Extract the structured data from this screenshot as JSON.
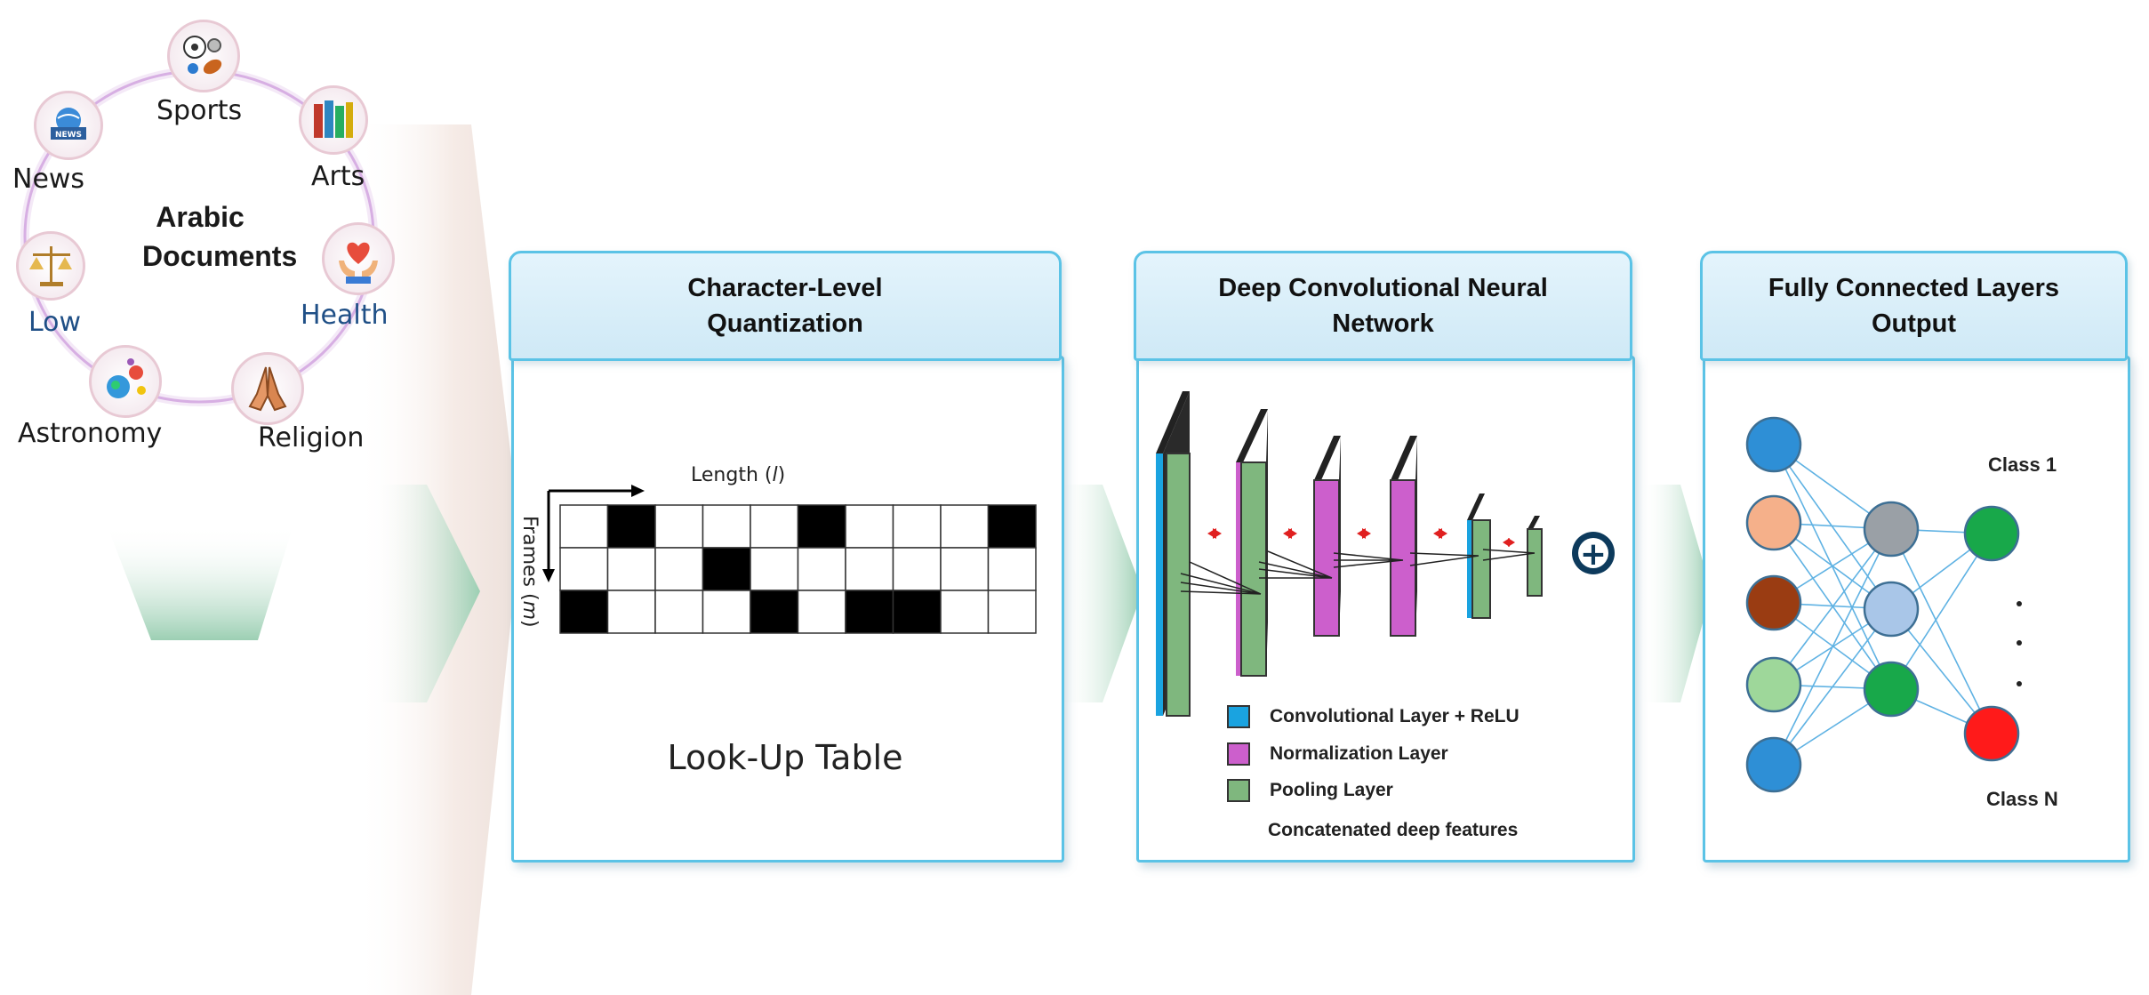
{
  "input": {
    "center_title_line1": "Arabic",
    "center_title_line2": "Documents",
    "categories": [
      {
        "label": "Sports",
        "icon": "sports-balls-icon"
      },
      {
        "label": "Arts",
        "icon": "books-icon"
      },
      {
        "label": "Health",
        "icon": "heart-hands-icon"
      },
      {
        "label": "Religion",
        "icon": "praying-hands-icon"
      },
      {
        "label": "Astronomy",
        "icon": "planets-icon"
      },
      {
        "label": "Low",
        "icon": "scales-icon"
      },
      {
        "label": "News",
        "icon": "news-globe-icon"
      }
    ]
  },
  "panels": {
    "quantization": {
      "title_line1": "Character-Level",
      "title_line2": "Quantization",
      "length_label": "Length (",
      "length_var": "l",
      "length_close": ")",
      "frames_label": "Frames (",
      "frames_var": "m",
      "frames_close": ")",
      "caption": "Look-Up Table",
      "grid_rows": [
        [
          0,
          1,
          0,
          0,
          0,
          1,
          0,
          0,
          0,
          1
        ],
        [
          0,
          0,
          0,
          1,
          0,
          0,
          0,
          0,
          0,
          0
        ],
        [
          1,
          0,
          0,
          0,
          1,
          0,
          1,
          1,
          0,
          0
        ]
      ]
    },
    "cnn": {
      "title_line1": "Deep Convolutional Neural",
      "title_line2": "Network",
      "legend": [
        {
          "label": "Convolutional Layer + ReLU",
          "color": "#1aa3e0"
        },
        {
          "label": "Normalization Layer",
          "color": "#cc5fcc"
        },
        {
          "label": "Pooling Layer",
          "color": "#7fb77e"
        }
      ],
      "concat_label": "Concatenated deep features",
      "plus_symbol": "+"
    },
    "fc": {
      "title_line1": "Fully Connected Layers",
      "title_line2": "Output",
      "class_first": "Class 1",
      "class_last": "Class N"
    }
  },
  "colors": {
    "panel_border": "#5bc3e6",
    "flow_arrow": "#a9d8bf"
  }
}
